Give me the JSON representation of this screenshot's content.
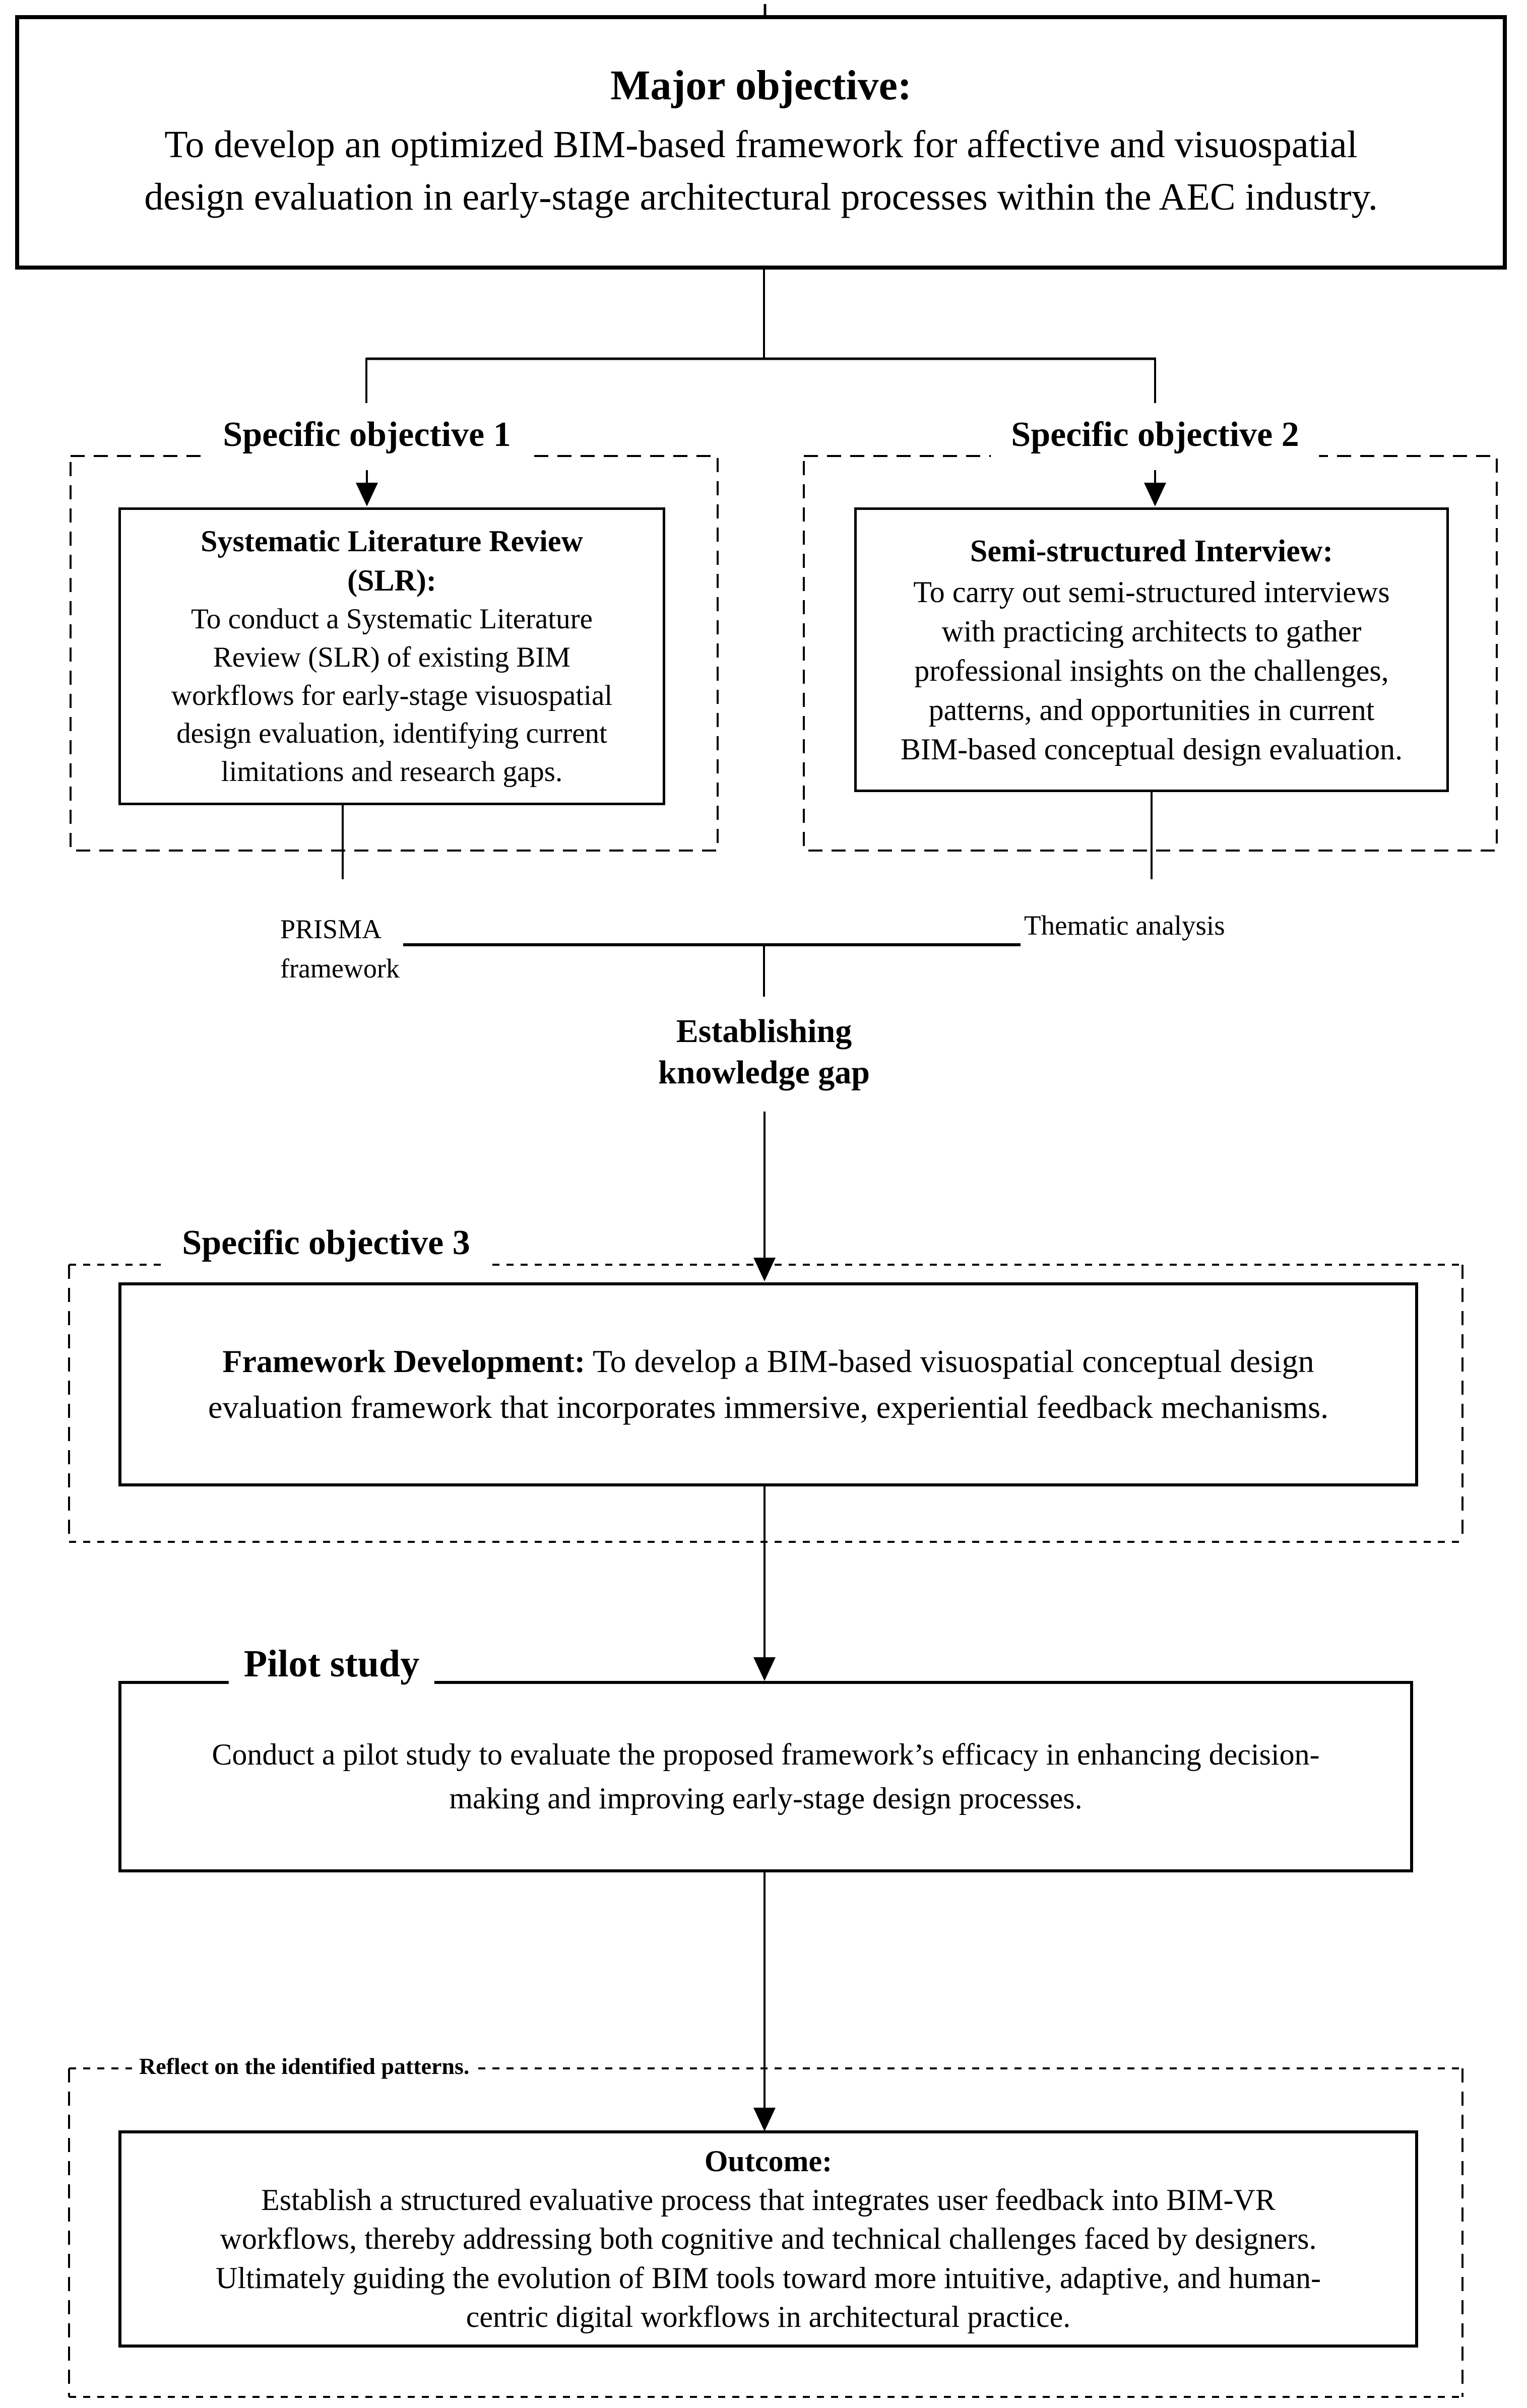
{
  "palette": {
    "ink": "#000000",
    "paper": "#ffffff"
  },
  "major": {
    "title": "Major objective:",
    "body": "To develop an optimized BIM-based framework for affective and visuospatial\ndesign evaluation in early-stage architectural processes within the AEC industry."
  },
  "objective1": {
    "heading": "Specific objective 1",
    "box_title": "Systematic Literature Review\n(SLR):",
    "box_body": "To conduct a Systematic Literature\nReview (SLR) of existing BIM\nworkflows for early-stage visuospatial\ndesign evaluation, identifying current\nlimitations and research gaps.",
    "method_label": "PRISMA\nframework"
  },
  "objective2": {
    "heading": "Specific objective 2",
    "box_title": "Semi-structured Interview:",
    "box_body": "To carry out semi-structured interviews\nwith practicing architects to gather\nprofessional insights on the challenges,\npatterns, and opportunities in current\nBIM-based conceptual design evaluation.",
    "method_label": "Thematic analysis"
  },
  "merge": {
    "label": "Establishing\nknowledge gap"
  },
  "objective3": {
    "heading": "Specific objective 3",
    "box_lead": "Framework Development:",
    "box_body": " To develop a BIM-based visuospatial conceptual design\nevaluation framework that incorporates immersive, experiential feedback mechanisms."
  },
  "pilot": {
    "heading": "Pilot study",
    "box_body": "Conduct a pilot study to evaluate the proposed framework’s efficacy in enhancing decision-\nmaking and improving early-stage design processes."
  },
  "outcome": {
    "annotation": "Reflect on the identified patterns.",
    "box_title": "Outcome:",
    "box_body": "Establish a structured evaluative process that integrates user feedback into BIM-VR\nworkflows, thereby addressing both cognitive and technical challenges faced by designers.\nUltimately guiding the evolution of BIM tools toward more intuitive, adaptive, and human-\ncentric digital workflows in architectural practice."
  }
}
